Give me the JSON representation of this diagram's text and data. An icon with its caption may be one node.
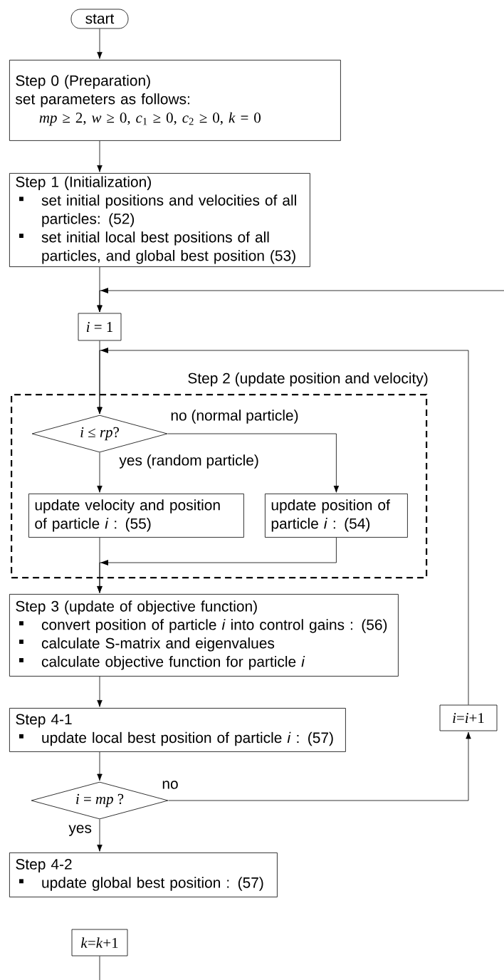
{
  "diagram": {
    "nodes": [
      {
        "text": [
          "start"
        ]
      },
      {
        "text": [
          "Step 0 (Preparation)",
          "set parameters as follows:",
          "*mp* ≥ 2,  *w* ≥ 0,  *c*$_{1}$ ≥ 0,  *c*$_{2}$ ≥ 0,  *k* = 0"
        ]
      },
      {
        "text": [
          "Step 1 (Initialization)",
          "set initial positions and velocities of all particles: (52)",
          "set initial local best positions of all particles, and global best position (53)"
        ]
      },
      {
        "text": [
          "*i* = 1"
        ]
      },
      {
        "text": [
          "Step 2 (update position and velocity)"
        ]
      },
      {
        "text": [
          "*i* ≤ *rp*?"
        ],
        "in": 4
      },
      {
        "text": [
          "update velocity and position of particle *i* : (55)"
        ],
        "in": 4
      },
      {
        "text": [
          "update position of particle *i* : (54)"
        ],
        "in": 4
      },
      {
        "text": [
          "Step 3 (update of objective function)",
          "convert position of particle *i* into control gains : (56)",
          "calculate S-matrix and eigenvalues",
          "calculate objective function for particle *i*"
        ]
      },
      {
        "text": [
          "Step 4-1",
          "update local best position of particle *i* : (57)"
        ]
      },
      {
        "text": [
          "*i* = *mp* ?"
        ]
      },
      {
        "text": [
          "*i*=*i*+1"
        ]
      },
      {
        "text": [
          "Step 4-2",
          "update global best position : (57)"
        ]
      },
      {
        "text": [
          "*k*=*k*+1"
        ]
      }
    ],
    "edges": [
      {
        "from": 0,
        "to": 1,
        "arrow": "to"
      },
      {
        "from": 1,
        "to": 2,
        "arrow": "to"
      },
      {
        "from": 2,
        "to": 3,
        "arrow": "to"
      },
      {
        "from": 3,
        "to": 5,
        "arrow": "to"
      },
      {
        "from": 5,
        "to": 6,
        "arrow": "to",
        "label": "yes (random particle)"
      },
      {
        "from": 5,
        "to": 7,
        "arrow": "to",
        "label": "no (normal particle)"
      },
      {
        "from": 6,
        "to": 8,
        "arrow": "to"
      },
      {
        "from": 7,
        "to": 8,
        "arrow": "to"
      },
      {
        "from": 8,
        "to": 9,
        "arrow": "to"
      },
      {
        "from": 9,
        "to": 10,
        "arrow": "to"
      },
      {
        "from": 10,
        "to": 12,
        "arrow": "to",
        "label": "yes"
      },
      {
        "from": 10,
        "to": 11,
        "arrow": "to",
        "label": "no"
      },
      {
        "from": 11,
        "to": 5,
        "arrow": "to"
      },
      {
        "from": 13,
        "to": null,
        "arrow": "none"
      },
      {
        "from": null,
        "to": 3,
        "arrow": "to"
      }
    ]
  }
}
